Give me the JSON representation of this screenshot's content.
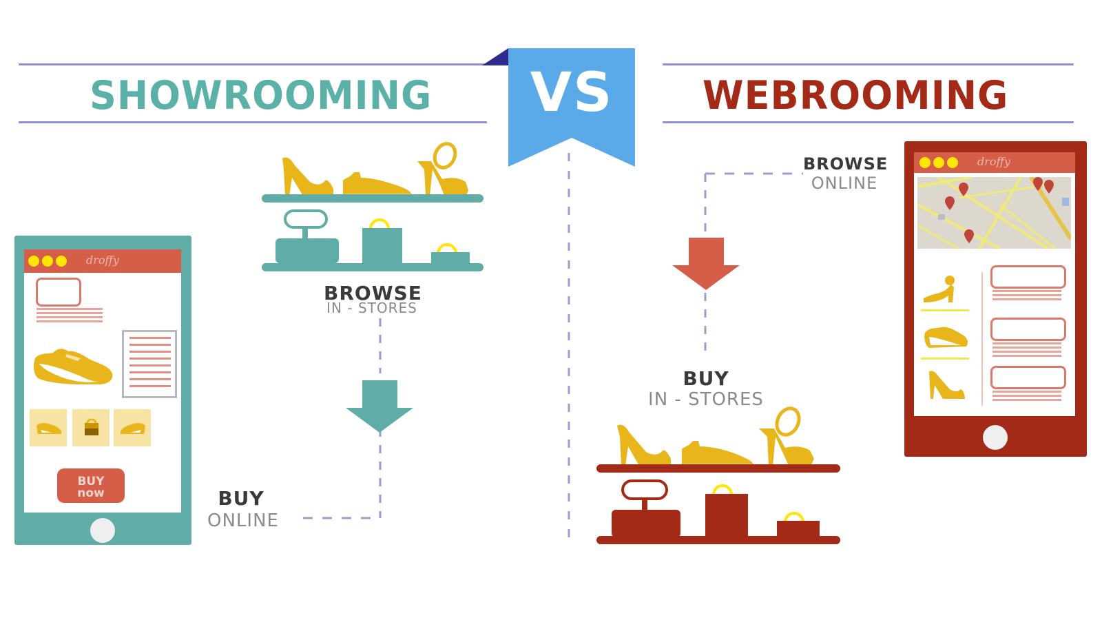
{
  "header": {
    "left_title": "SHOWROOMING",
    "center_badge": "VS",
    "right_title": "WEBROOMING"
  },
  "showrooming": {
    "steps": [
      {
        "main": "BROWSE",
        "sub": "IN - STORES"
      },
      {
        "main": "BUY",
        "sub": "ONLINE"
      }
    ],
    "phone": {
      "app_logo": "droffy",
      "buy_button": {
        "line1": "BUY",
        "line2": "now"
      },
      "thumbnails": [
        "sneaker-thumb",
        "bag-thumb",
        "sneaker-thumb"
      ]
    },
    "store_shelf": {
      "top_items": [
        "high-heel-shoe",
        "sneaker",
        "strappy-sandal"
      ],
      "bottom_items": [
        "cash-register",
        "shopping-bag-large",
        "shopping-bag-small"
      ]
    },
    "arrow_direction": "down"
  },
  "webrooming": {
    "steps": [
      {
        "main": "BROWSE",
        "sub": "ONLINE"
      },
      {
        "main": "BUY",
        "sub": "IN - STORES"
      }
    ],
    "phone": {
      "app_logo": "droffy",
      "map": "store-locator-map",
      "products": [
        "ankle-strap-heel",
        "sneaker",
        "high-heel-shoe"
      ]
    },
    "store_shelf": {
      "top_items": [
        "high-heel-shoe",
        "sneaker",
        "strappy-sandal"
      ],
      "bottom_items": [
        "cash-register",
        "shopping-bag-large",
        "shopping-bag-small"
      ]
    },
    "arrow_direction": "down"
  },
  "colors": {
    "showrooming_teal": "#5fada6",
    "webrooming_red": "#a32a17",
    "arrow_red": "#d45e48",
    "vs_blue": "#5aaaea",
    "vs_fold": "#2e2a8f",
    "rule_lavender": "#8f8fd6",
    "shoe_gold": "#e8b51a",
    "bag_handle_yellow": "#ffe600"
  }
}
